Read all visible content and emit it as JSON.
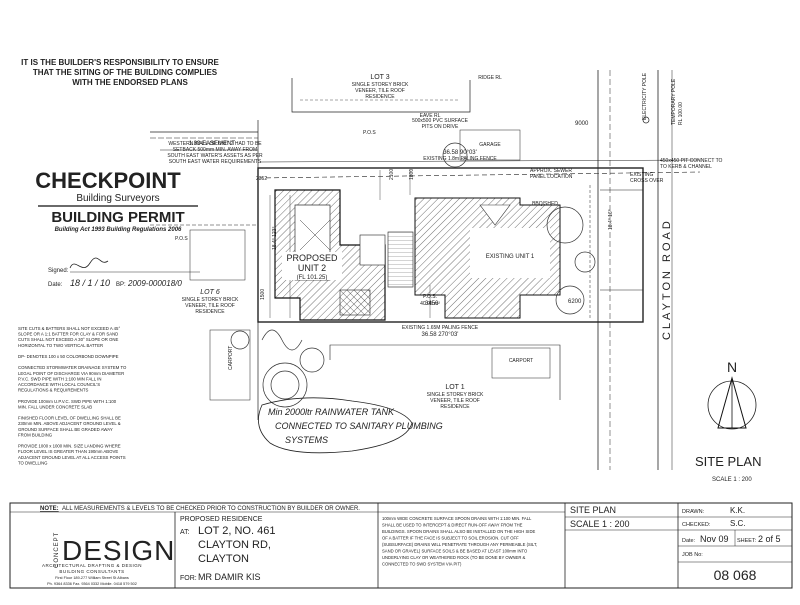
{
  "warning": {
    "line1": "IT IS THE BUILDER'S RESPONSIBILITY TO ENSURE",
    "line2": "THAT THE SITING OF THE BUILDING COMPLIES",
    "line3": "WITH THE ENDORSED PLANS"
  },
  "stamp": {
    "name": "CHECKPOINT",
    "sub": "Building Surveyors",
    "permit": "BUILDING PERMIT",
    "act": "Building Act 1993 Building Regulations 2006",
    "signed_label": "Signed:",
    "date_label": "Date:",
    "date_value": "18 / 1 / 10",
    "bp_label": "BP:",
    "bp_value": "2009-000018/0"
  },
  "easement": "1.83 EASEMENT",
  "lot3": {
    "title": "LOT 3",
    "desc1": "SINGLE STOREY BRICK",
    "desc2": "VENEER, TILE ROOF",
    "desc3": "RESIDENCE",
    "ridge": "RIDGE RL",
    "eave": "EAVE RL",
    "garage": "GARAGE"
  },
  "western_note": {
    "l1": "WESTERN WALL OF UNIT 2 HAD TO BE",
    "l2": "SETBACK 500mm MIN. AWAY FROM",
    "l3": "SOUTH EAST WATER'S ASSETS AS PER",
    "l4": "SOUTH EAST WATER REQUIREMENTS"
  },
  "pos_surface": {
    "pos": "P.O.S",
    "l1": "500x500 PVC SURFACE",
    "l2": "PITS ON DRIVE",
    "dim": "36.58  90°03'",
    "fence": "EXISTING 1.8m PALING FENCE"
  },
  "sewer": {
    "pit": "APPROX. SEWER",
    "pit2": "PANEL LOCATION",
    "note1": "450x450 PIT CONNECT TO",
    "note2": "TO KERB & CHANNEL",
    "crossing": "EXISTING",
    "crossing2": "CROSS OVER",
    "elec": "ELECTRICITY POLE",
    "pole_rl": "TEMPORARY POLE",
    "pole_rl2": "RL 100.00"
  },
  "dims": {
    "d9000": "9000",
    "d2352": "2352",
    "d18_19a": "18.4° 123°",
    "d18_19b": "18.4° 16°",
    "d6200": "6200",
    "d3450": "3450",
    "d2100": "2100",
    "d1800": "1800",
    "d1500": "1500",
    "south_dim": "36.58  270°03'",
    "south_fence": "EXISTING 1.65M PALING FENCE"
  },
  "unit2": {
    "title1": "PROPOSED",
    "title2": "UNIT 2",
    "fl": "(FL 101.25)"
  },
  "unit1": {
    "title": "EXISTING UNIT 1",
    "bbq": "BBQ/SHED"
  },
  "pos_area": {
    "label": "P.O.S.",
    "area": "40.05 m²"
  },
  "lot6": {
    "title": "LOT 6",
    "d1": "SINGLE STOREY BRICK",
    "d2": "VENEER, TILE ROOF",
    "d3": "RESIDENCE",
    "pos": "P.O.S",
    "carport": "CARPORT"
  },
  "lot1": {
    "title": "LOT 1",
    "d1": "SINGLE STOREY BRICK",
    "d2": "VENEER, TILE ROOF",
    "d3": "RESIDENCE",
    "carport": "CARPORT"
  },
  "left_notes": [
    "SITE CUTS & BATTERS SHALL NOT EXCEED A 45°",
    "SLOPE OR A 1:1 BATTER FOR CLAY & FOR SAND",
    "CUTS SHALL NOT EXCEED A 30° SLOPE OR ONE",
    "HORIZONTAL TO TWO VERTICAL BATTER",
    "",
    "DP- DENOTES 100 x 50 COLORBOND DOWNPIPE",
    "",
    "CONNECTED STORMWATER DRAINAGE SYSTEM TO",
    "LEGAL POINT OF DISCHARGE VIA 90mm DIAMETER",
    "P.V.C. SWD PIPE WITH 1:100 MIN FALL IN",
    "ACCORDANCE WITH LOCAL COUNCIL'S",
    "REGULATIONS & REQUIREMENTS",
    "",
    "PROVIDE 100mm U.P.V.C. SWD PIPE WITH 1:100",
    "MIN. FALL UNDER CONCRETE SLAB",
    "",
    "FINISHED FLOOR LEVEL OF DWELLING SHALL BE",
    "230mm MIN. ABOVE ADJACENT GROUND LEVEL &",
    "GROUND SURFACE SHALL BE GRADED AWAY",
    "FROM BUILDING",
    "",
    "PROVIDE 1000 x 1000 MIN. SIZE LANDING WHERE",
    "FLOOR LEVEL IS GREATER THAN 190mm ABOVE",
    "ADJACENT GROUND LEVEL AT ALL ACCESS POINTS",
    "TO DWELLING"
  ],
  "handwritten": {
    "l1": "Min 2000ltr RAINWATER TANK",
    "l2": "CONNECTED TO SANITARY PLUMBING",
    "l3": "SYSTEMS"
  },
  "north": "N",
  "clayton_road": "CLAYTON  ROAD",
  "site_plan": {
    "title": "SITE PLAN",
    "scale": "SCALE 1 : 200"
  },
  "title_block": {
    "note_prefix": "NOTE:",
    "note_text": "ALL MEASUREMENTS & LEVELS TO BE CHECKED PRIOR TO CONSTRUCTION BY BUILDER OR OWNER.",
    "logo_word": "DESIGN",
    "logo_side": "CONCEPT",
    "logo_tag1": "ARCHITECTURAL DRAFTING & DESIGN",
    "logo_tag2": "BUILDING CONSULTANTS",
    "logo_addr": "First Floor  189-277 William Street  St Albans",
    "logo_ph": "Ph. 9364 8336    Fax. 9364 0332    Mobile. 0418 579 502",
    "proposed": "PROPOSED RESIDENCE",
    "at_label": "AT:",
    "addr1": "LOT 2, NO. 461",
    "addr2": "CLAYTON RD,",
    "addr3": "CLAYTON",
    "for_label": "FOR:",
    "client": "MR DAMIR KIS",
    "drain_note": [
      "100mm WIDE CONCRETE SURFACE SPOON DRAINS WITH 1:100 MIN. FALL",
      "SHALL BE USED TO INTERCEPT & DIRECT RUN-OFF AWAY FROM THE",
      "BUILDINGS. SPOON DRAINS SHALL ALSO BE INSTALLED ON THE HIGH SIDE",
      "OF A BATTER IF THE FACE IS SUBJECT TO SOIL EROSION. CUT OFF",
      "(SUBSURFACE) DRAINS WILL PENETRATE THROUGH ANY PERMEABLE (SILT,",
      "SAND OR GRAVEL) SURFACE SOILS & BE BASED AT LEAST 100mm INTO",
      "UNDERLYING CLAY OR WEATHERED ROCK (TO BE DONE BY OWNER &",
      "CONNECTED TO SWD SYSTEM VIA PIT)"
    ],
    "sheet_title": "SITE PLAN",
    "sheet_scale": "SCALE 1 : 200",
    "drawn_label": "DRAWN:",
    "drawn_value": "K.K.",
    "checked_label": "CHECKED:",
    "checked_value": "S.C.",
    "date_label": "Date:",
    "date_value": "Nov 09",
    "sheet_label": "SHEET:",
    "sheet_value": "2 of 5",
    "job_label": "JOB No:",
    "job_value": "08 068"
  }
}
